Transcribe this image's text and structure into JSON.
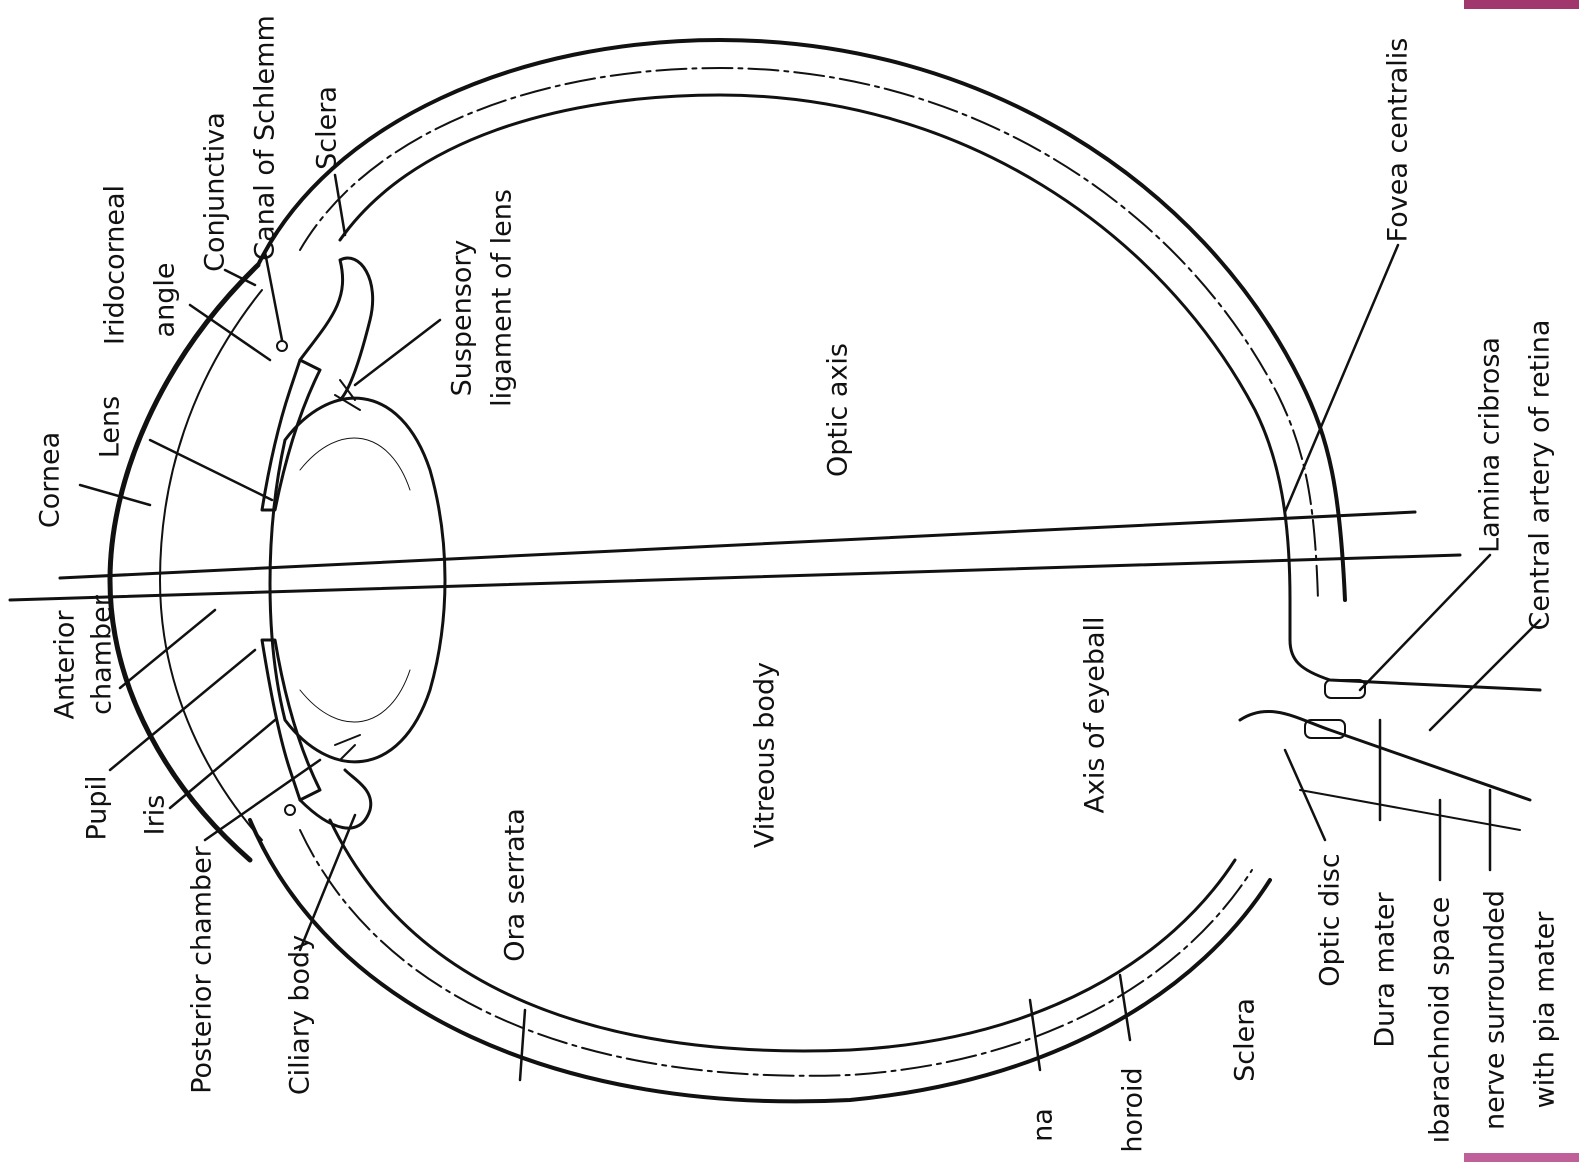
{
  "colors": {
    "ink": "#111111",
    "accent": "#a0386e",
    "background": "#ffffff"
  },
  "labels": {
    "cornea": "Cornea",
    "lens": "Lens",
    "iridocorneal_angle_1": "Iridocorneal",
    "iridocorneal_angle_2": "angle",
    "conjunctiva": "Conjunctiva",
    "canal_of_schlemm": "Canal of Schlemm",
    "sclera_top": "Sclera",
    "suspensory_1": "Suspensory",
    "suspensory_2": "ligament of lens",
    "optic_axis": "Optic axis",
    "fovea_centralis": "Fovea centralis",
    "lamina_cribrosa": "Lamina cribrosa",
    "central_artery": "Central artery of retina",
    "anterior_chamber_1": "Anterior",
    "anterior_chamber_2": "chamber",
    "pupil": "Pupil",
    "iris": "Iris",
    "posterior_chamber": "Posterior chamber",
    "ciliary_body": "Ciliary body",
    "ora_serrata": "Ora serrata",
    "vitreous_body": "Vitreous body",
    "axis_of_eyeball": "Axis of eyeball",
    "retina_partial": "na",
    "choroid_partial": "horoid",
    "sclera_bottom": "Sclera",
    "optic_disc": "Optic disc",
    "dura_mater": "Dura mater",
    "subarachnoid_partial": "ıbarachnoid space",
    "optic_nerve_1": "nerve surrounded",
    "optic_nerve_2": "with pia mater"
  }
}
